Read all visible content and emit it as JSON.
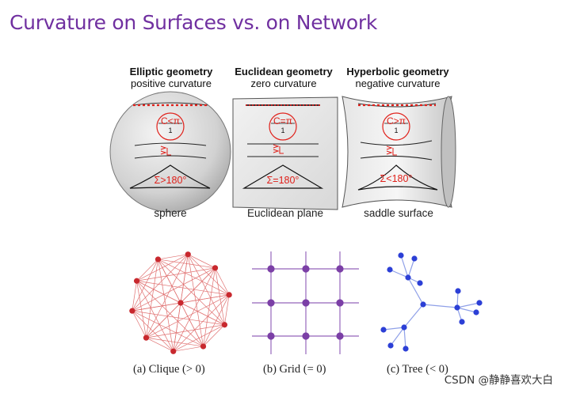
{
  "slide": {
    "title": "Curvature on Surfaces vs. on Network"
  },
  "geometries": [
    {
      "heading": "Elliptic geometry",
      "subheading": "positive curvature",
      "circle_label": "C<π",
      "radius_label": "1",
      "triangle_label": "Σ>180°",
      "caption": "sphere"
    },
    {
      "heading": "Euclidean geometry",
      "subheading": "zero curvature",
      "circle_label": "C=π",
      "radius_label": "1",
      "triangle_label": "Σ=180°",
      "caption": "Euclidean plane"
    },
    {
      "heading": "Hyperbolic geometry",
      "subheading": "negative curvature",
      "circle_label": "C>π",
      "radius_label": "1",
      "triangle_label": "Σ<180°",
      "caption": "saddle surface"
    }
  ],
  "graphs": [
    {
      "caption": "(a) Clique (> 0)",
      "node_color": "#c8282e",
      "edge_color": "#e07070"
    },
    {
      "caption": "(b) Grid (= 0)",
      "node_color": "#7b3fa6",
      "edge_color": "#a57ec6"
    },
    {
      "caption": "(c) Tree (< 0)",
      "node_color": "#2c3fd6",
      "edge_color": "#8fa0e8"
    }
  ],
  "watermark": "CSDN @静静喜欢大白",
  "colors": {
    "title": "#7030A0",
    "accent_red": "#e0201a"
  }
}
